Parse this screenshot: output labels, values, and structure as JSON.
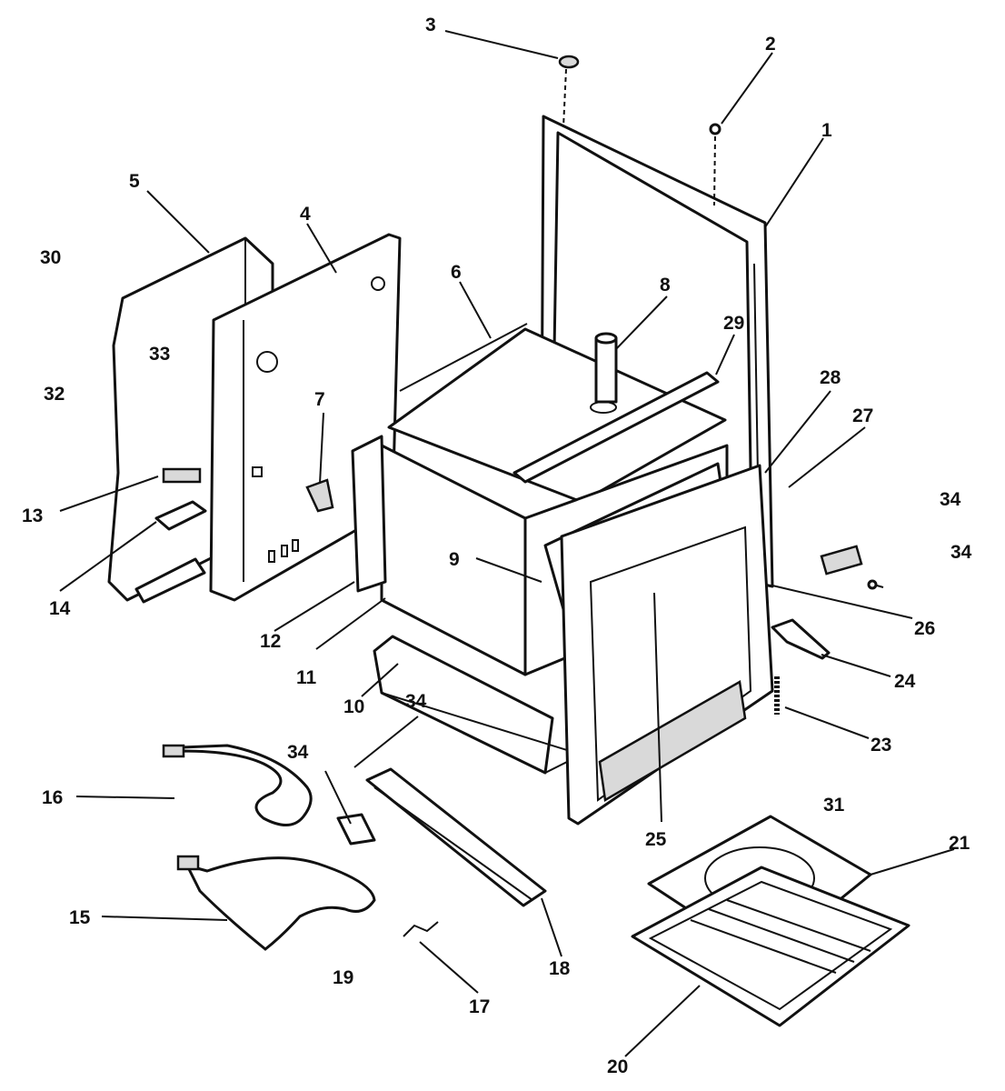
{
  "diagram": {
    "callouts": [
      {
        "id": "1",
        "text": "1"
      },
      {
        "id": "2",
        "text": "2"
      },
      {
        "id": "3",
        "text": "3"
      },
      {
        "id": "4",
        "text": "4"
      },
      {
        "id": "5",
        "text": "5"
      },
      {
        "id": "6",
        "text": "6"
      },
      {
        "id": "7",
        "text": "7"
      },
      {
        "id": "8",
        "text": "8"
      },
      {
        "id": "9",
        "text": "9"
      },
      {
        "id": "10",
        "text": "10"
      },
      {
        "id": "11",
        "text": "11"
      },
      {
        "id": "12",
        "text": "12"
      },
      {
        "id": "13",
        "text": "13"
      },
      {
        "id": "14",
        "text": "14"
      },
      {
        "id": "15",
        "text": "15"
      },
      {
        "id": "16",
        "text": "16"
      },
      {
        "id": "17",
        "text": "17"
      },
      {
        "id": "18",
        "text": "18"
      },
      {
        "id": "19",
        "text": "19"
      },
      {
        "id": "20",
        "text": "20"
      },
      {
        "id": "21",
        "text": "21"
      },
      {
        "id": "23",
        "text": "23"
      },
      {
        "id": "24",
        "text": "24"
      },
      {
        "id": "25",
        "text": "25"
      },
      {
        "id": "26",
        "text": "26"
      },
      {
        "id": "27",
        "text": "27"
      },
      {
        "id": "28",
        "text": "28"
      },
      {
        "id": "29",
        "text": "29"
      },
      {
        "id": "30",
        "text": "30"
      },
      {
        "id": "31",
        "text": "31"
      },
      {
        "id": "32",
        "text": "32"
      },
      {
        "id": "33",
        "text": "33"
      },
      {
        "id": "34a",
        "text": "34"
      },
      {
        "id": "34b",
        "text": "34"
      },
      {
        "id": "34c",
        "text": "34"
      },
      {
        "id": "34d",
        "text": "34"
      }
    ]
  }
}
